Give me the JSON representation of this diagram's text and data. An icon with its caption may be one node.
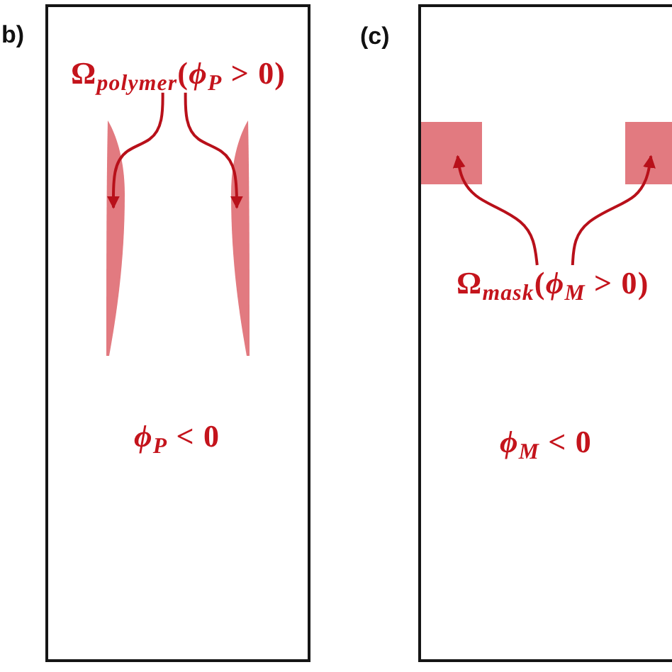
{
  "diagram": {
    "nodes": [
      {
        "text": [
          "b)",
          "*ϕ*$_{P}$ < 0"
        ]
      },
      {
        "text": [
          "Ω$_{polymer}$(*ϕ*$_{P}$ > 0)"
        ],
        "in": 0
      },
      {
        "text": [],
        "shape": "bar",
        "in": 0
      },
      {
        "text": [],
        "shape": "bar",
        "in": 0
      },
      {
        "text": [
          "(c)",
          "*ϕ*$_{M}$ < 0"
        ]
      },
      {
        "text": [],
        "shape": "box",
        "in": 4
      },
      {
        "text": [],
        "shape": "box",
        "in": 4
      },
      {
        "text": [
          "Ω$_{mask}$(*ϕ*$_{M}$ > 0)"
        ],
        "in": 4
      }
    ],
    "edges": [
      {
        "from": 1,
        "to": 2,
        "arrow": "to"
      },
      {
        "from": 1,
        "to": 3,
        "arrow": "to"
      },
      {
        "from": 7,
        "to": 5,
        "arrow": "to"
      },
      {
        "from": 7,
        "to": 6,
        "arrow": "to"
      }
    ]
  }
}
